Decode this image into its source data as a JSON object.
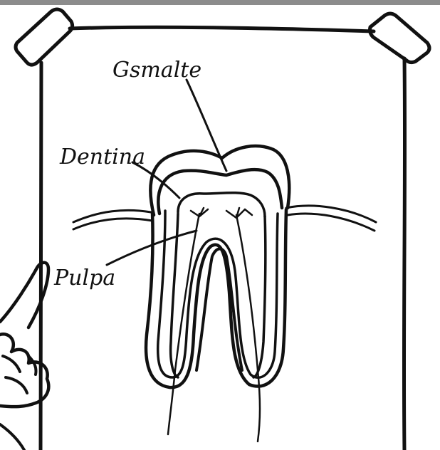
{
  "diagram": {
    "labels": {
      "enamel": "Gsmalte",
      "dentin": "Dentina",
      "pulp": "Pulpa"
    },
    "colors": {
      "ink": "#111111",
      "paper": "#ffffff",
      "top_bar": "#8c8c8c"
    }
  }
}
